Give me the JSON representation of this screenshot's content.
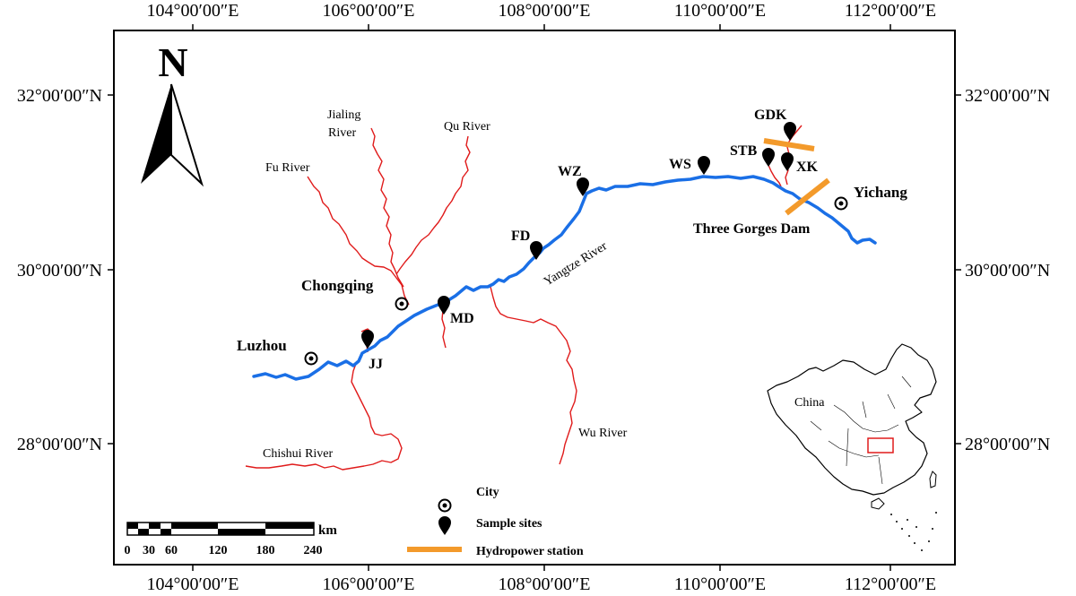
{
  "map": {
    "top_longitudes": [
      "104°00′00″E",
      "106°00′00″E",
      "108°00′00″E",
      "110°00′00″E",
      "112°00′00″E"
    ],
    "bottom_longitudes": [
      "104°00′00″E",
      "106°00′00″E",
      "108°00′00″E",
      "110°00′00″E",
      "112°00′00″E"
    ],
    "left_latitudes": [
      "32°00′00″N",
      "30°00′00″N",
      "28°00′00″N"
    ],
    "right_latitudes": [
      "32°00′00″N",
      "30°00′00″N",
      "28°00′00″N"
    ],
    "north_letter": "N",
    "cities": {
      "chongqing": "Chongqing",
      "luzhou": "Luzhou",
      "yichang": "Yichang"
    },
    "sites": {
      "jj": "JJ",
      "md": "MD",
      "fd": "FD",
      "wz": "WZ",
      "ws": "WS",
      "stb": "STB",
      "gdk": "GDK",
      "xk": "XK"
    },
    "rivers": {
      "jialing": [
        "Jialing",
        "River"
      ],
      "qu": "Qu River",
      "fu": "Fu River",
      "yangtze": "Yangtze River",
      "wu": "Wu River",
      "chishui": "Chishui River"
    },
    "dam": "Three Gorges Dam",
    "inset_country": "China",
    "legend": {
      "city": "City",
      "sample_sites": "Sample sites",
      "hydropower": "Hydropower station"
    },
    "scale": {
      "unit": "km",
      "ticks": [
        "0",
        "30",
        "60",
        "120",
        "180",
        "240"
      ]
    },
    "colors": {
      "yangtze": "#1a6fe6",
      "tributary": "#e01b1b",
      "hydropower": "#f39a2b",
      "inset_box": "#e01b1b"
    }
  }
}
